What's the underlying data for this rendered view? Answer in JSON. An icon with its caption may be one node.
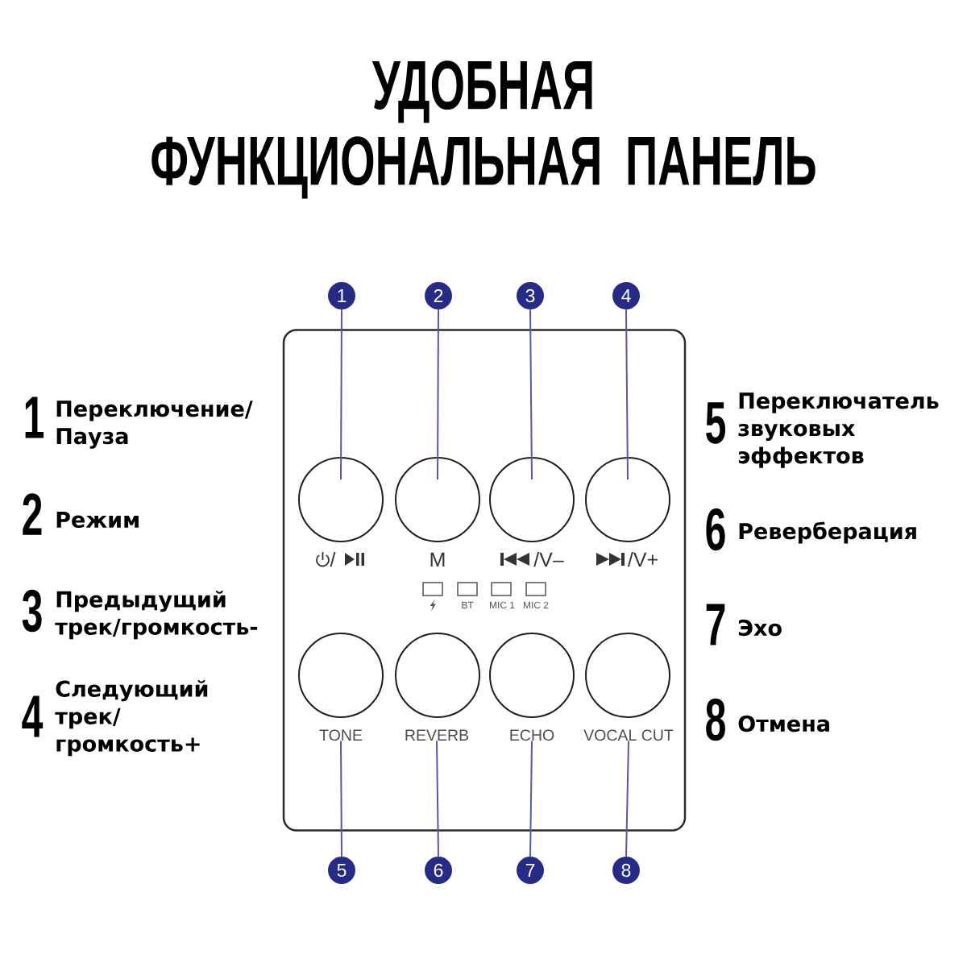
{
  "diagram": {
    "title": "УДОБНАЯ ФУНКЦИОНАЛЬНАЯ ПАНЕЛЬ",
    "nodes": [
      {
        "text": [
          "1"
        ]
      },
      {
        "text": [
          "2"
        ]
      },
      {
        "text": [
          "3"
        ]
      },
      {
        "text": [
          "4"
        ]
      },
      {
        "text": [],
        "shape": "box"
      },
      {
        "text": [],
        "shape": "circle",
        "in": 4,
        "beside": [
          "/"
        ]
      },
      {
        "text": [],
        "shape": "circle",
        "in": 4,
        "beside": [
          "M"
        ]
      },
      {
        "text": [],
        "shape": "circle",
        "in": 4,
        "beside": [
          "/V–"
        ]
      },
      {
        "text": [],
        "shape": "circle",
        "in": 4,
        "beside": [
          "/V+"
        ]
      },
      {
        "text": [],
        "shape": "circle",
        "in": 4
      },
      {
        "text": [],
        "shape": "circle",
        "in": 4
      },
      {
        "text": [],
        "shape": "circle",
        "in": 4
      },
      {
        "text": [],
        "shape": "circle",
        "in": 4
      },
      {
        "text": [
          "TONE"
        ],
        "in": 4
      },
      {
        "text": [
          "REVERB"
        ],
        "in": 4
      },
      {
        "text": [
          "ECHO"
        ],
        "in": 4
      },
      {
        "text": [
          "VOCAL CUT"
        ],
        "in": 4
      },
      {
        "text": [
          "5"
        ]
      },
      {
        "text": [
          "6"
        ]
      },
      {
        "text": [
          "7"
        ]
      },
      {
        "text": [
          "8"
        ]
      }
    ],
    "edges": [
      {
        "from": 0,
        "to": 5,
        "arrow": "none"
      },
      {
        "from": 1,
        "to": 6,
        "arrow": "none"
      },
      {
        "from": 2,
        "to": 7,
        "arrow": "none"
      },
      {
        "from": 3,
        "to": 8,
        "arrow": "none"
      },
      {
        "from": 17,
        "to": 13,
        "arrow": "none"
      },
      {
        "from": 18,
        "to": 14,
        "arrow": "none"
      },
      {
        "from": 19,
        "to": 15,
        "arrow": "none"
      },
      {
        "from": 20,
        "to": 16,
        "arrow": "none"
      }
    ],
    "labels": [
      "1",
      "Переключение/ Пауза",
      "2",
      "Режим",
      "3",
      "Предыдущий трек/громкость-",
      "4",
      "Следующий трек/ громкость+",
      "5",
      "Переключатель звуковых эффектов",
      "6",
      "Реверберация",
      "7",
      "Эхо",
      "8",
      "Отмена",
      "BT",
      "MIC 1",
      "MIC 2"
    ]
  }
}
